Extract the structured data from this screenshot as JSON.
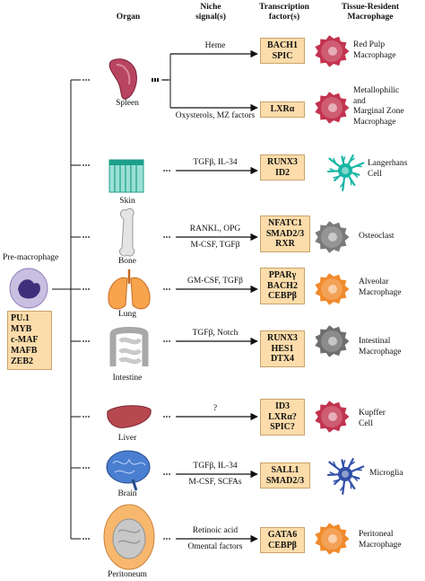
{
  "headers": {
    "organ": "Organ",
    "niche_line1": "Niche",
    "niche_line2": "signal(s)",
    "tf_line1": "Transcription",
    "tf_line2": "factor(s)",
    "mac_line1": "Tissue-Resident",
    "mac_line2": "Macrophage"
  },
  "pre_macrophage": {
    "label": "Pre-macrophage",
    "factors": [
      "PU.1",
      "MYB",
      "c-MAF",
      "MAFB",
      "ZEB2"
    ]
  },
  "organs": [
    {
      "name": "Spleen",
      "icon": "spleen-icon"
    },
    {
      "name": "Skin",
      "icon": "skin-icon"
    },
    {
      "name": "Bone",
      "icon": "bone-icon"
    },
    {
      "name": "Lung",
      "icon": "lung-icon"
    },
    {
      "name": "Intestine",
      "icon": "intestine-icon"
    },
    {
      "name": "Liver",
      "icon": "liver-icon"
    },
    {
      "name": "Brain",
      "icon": "brain-icon"
    },
    {
      "name": "Peritoneum",
      "icon": "peritoneum-icon"
    }
  ],
  "rows": [
    {
      "signals": [
        "Heme"
      ],
      "factors": [
        "BACH1",
        "SPIC"
      ],
      "macrophage": [
        "Red Pulp",
        "Macrophage"
      ],
      "color": "#c2334f",
      "shape": "round"
    },
    {
      "signals": [
        "Oxysterols, MZ factors"
      ],
      "factors": [
        "LXRα"
      ],
      "macrophage": [
        "Metallophilic",
        "and",
        "Marginal Zone",
        "Macrophage"
      ],
      "color": "#c2334f",
      "shape": "round"
    },
    {
      "signals": [
        "TGFβ, IL-34"
      ],
      "factors": [
        "RUNX3",
        "ID2"
      ],
      "macrophage": [
        "Langerhans",
        "Cell"
      ],
      "color": "#19b6a5",
      "shape": "dendritic"
    },
    {
      "signals": [
        "RANKL, OPG",
        "M-CSF, TGFβ"
      ],
      "factors": [
        "NFATC1",
        "SMAD2/3",
        "RXR"
      ],
      "macrophage": [
        "Osteoclast"
      ],
      "color": "#7a7a7a",
      "shape": "round"
    },
    {
      "signals": [
        "GM-CSF, TGFβ"
      ],
      "factors": [
        "PPARγ",
        "BACH2",
        "CEBPβ"
      ],
      "macrophage": [
        "Alveolar",
        "Macrophage"
      ],
      "color": "#f08a2c",
      "shape": "round"
    },
    {
      "signals": [
        "TGFβ, Notch"
      ],
      "factors": [
        "RUNX3",
        "HES1",
        "DTX4"
      ],
      "macrophage": [
        "Intestinal",
        "Macrophage"
      ],
      "color": "#6e6e6e",
      "shape": "round"
    },
    {
      "signals": [
        "?"
      ],
      "factors": [
        "ID3",
        "LXRα?",
        "SPIC?"
      ],
      "macrophage": [
        "Kupffer",
        "Cell"
      ],
      "color": "#c2334f",
      "shape": "round"
    },
    {
      "signals": [
        "TGFβ, IL-34",
        "M-CSF, SCFAs"
      ],
      "factors": [
        "SALL1",
        "SMAD2/3"
      ],
      "macrophage": [
        "Microglia"
      ],
      "color": "#3050a8",
      "shape": "dendritic"
    },
    {
      "signals": [
        "Retinoic acid",
        "Omental factors"
      ],
      "factors": [
        "GATA6",
        "CEBPβ"
      ],
      "macrophage": [
        "Peritoneal",
        "Macrophage"
      ],
      "color": "#f08a2c",
      "shape": "round"
    }
  ]
}
